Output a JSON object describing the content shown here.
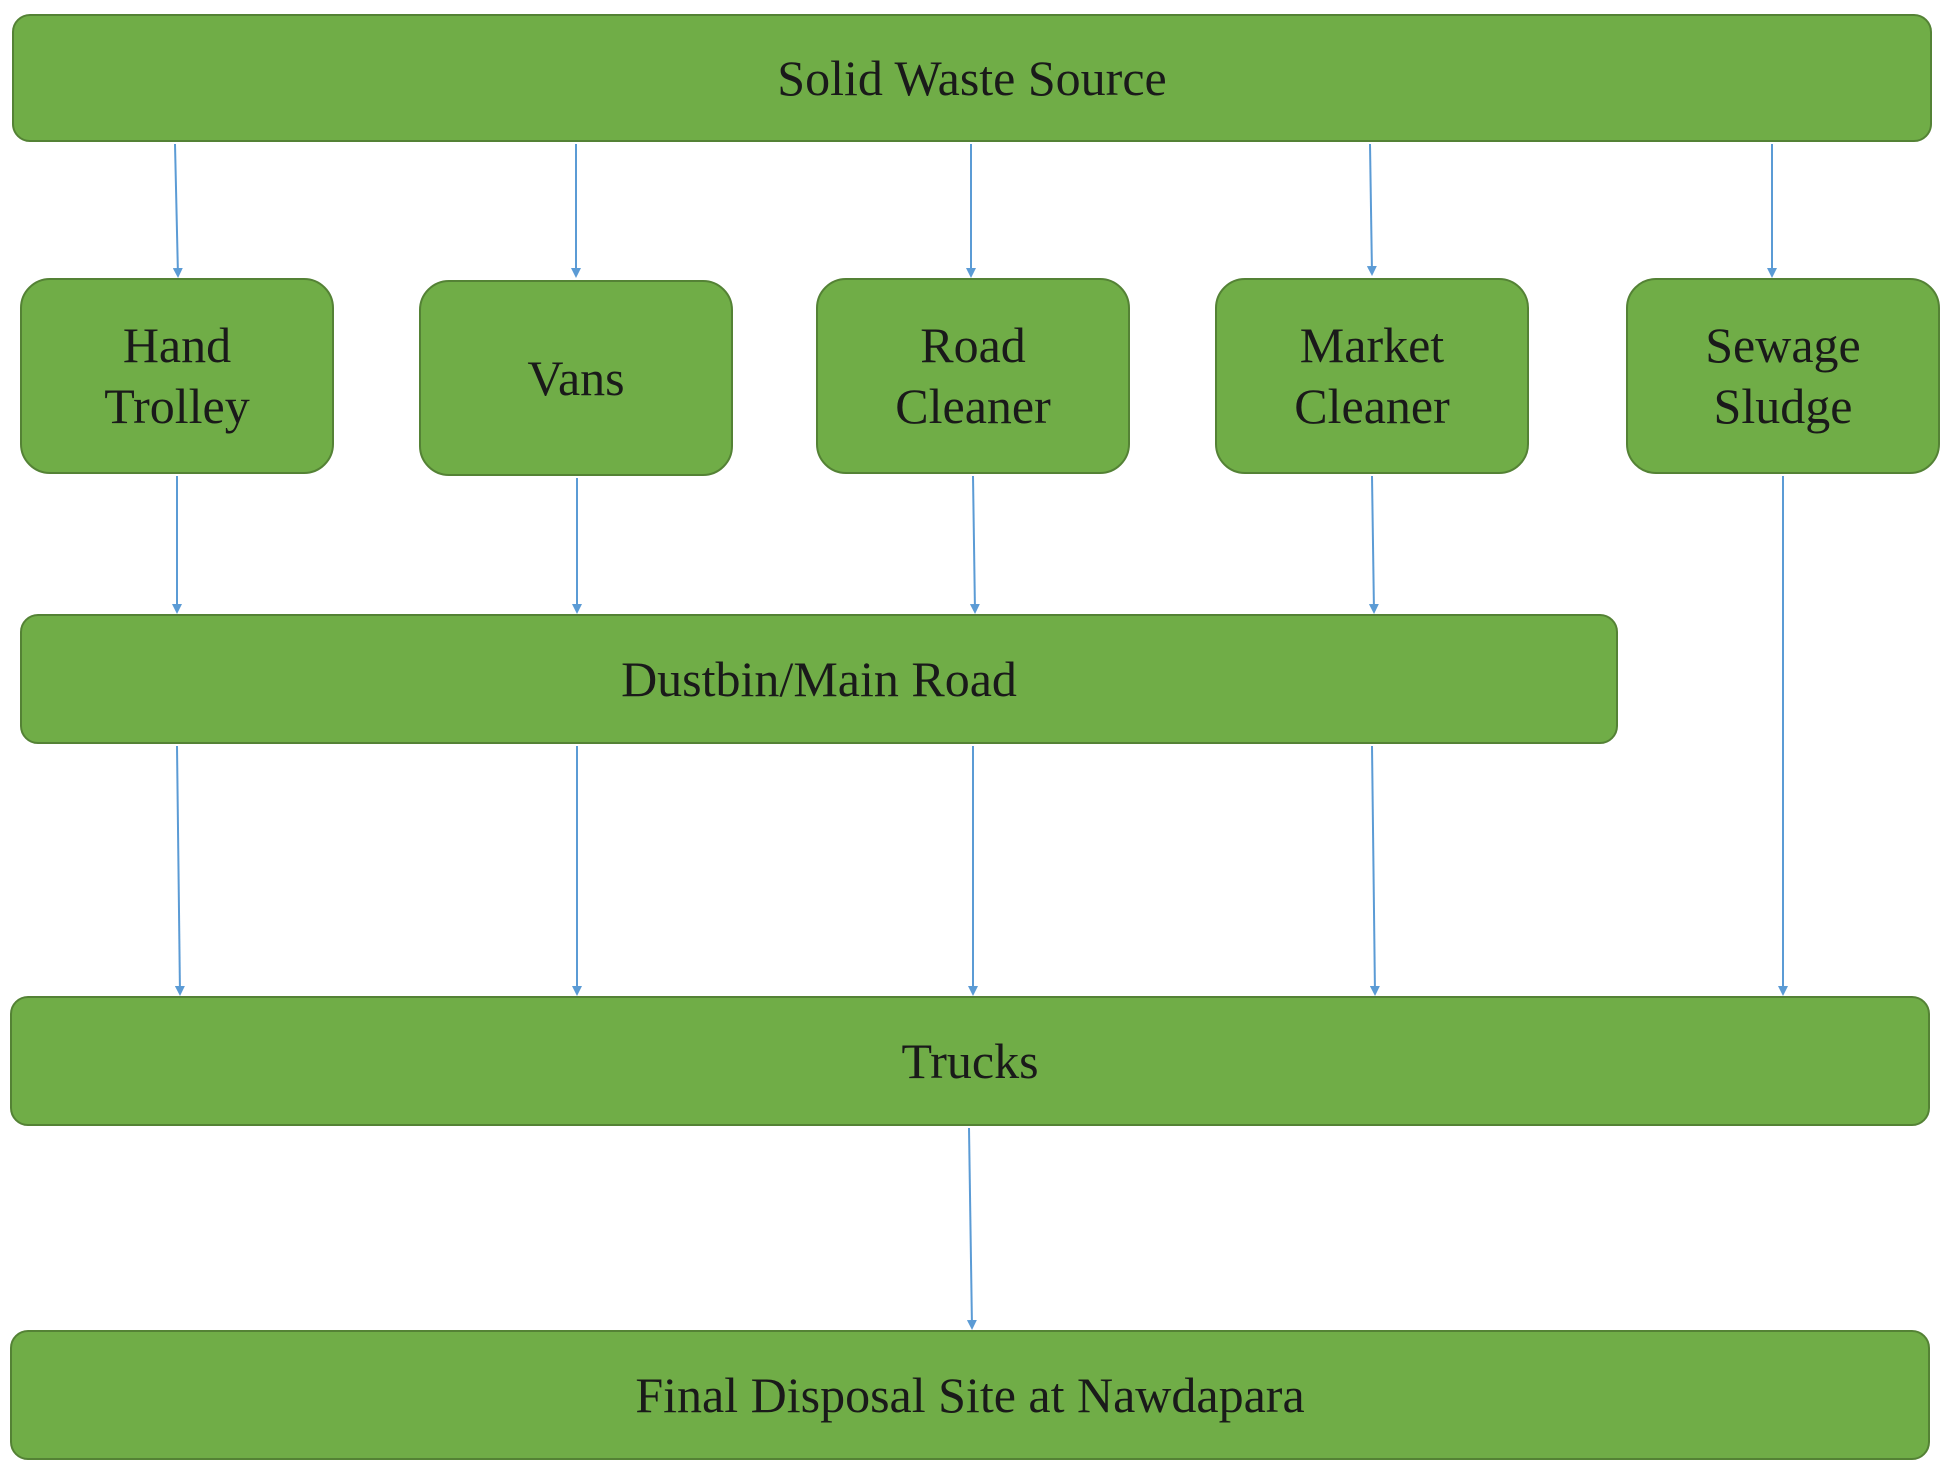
{
  "nodes": {
    "source": {
      "lines": [
        "Solid Waste Source"
      ]
    },
    "hand": {
      "lines": [
        "Hand",
        "Trolley"
      ]
    },
    "vans": {
      "lines": [
        "Vans"
      ]
    },
    "road": {
      "lines": [
        "Road",
        "Cleaner"
      ]
    },
    "market": {
      "lines": [
        "Market",
        "Cleaner"
      ]
    },
    "sewage": {
      "lines": [
        "Sewage",
        "Sludge"
      ]
    },
    "dustbin": {
      "lines": [
        "Dustbin/Main Road"
      ]
    },
    "trucks": {
      "lines": [
        "Trucks"
      ]
    },
    "final": {
      "lines": [
        "Final Disposal Site at Nawdapara"
      ]
    }
  },
  "edges": [
    [
      "source",
      "hand"
    ],
    [
      "source",
      "vans"
    ],
    [
      "source",
      "road"
    ],
    [
      "source",
      "market"
    ],
    [
      "source",
      "sewage"
    ],
    [
      "hand",
      "dustbin"
    ],
    [
      "vans",
      "dustbin"
    ],
    [
      "road",
      "dustbin"
    ],
    [
      "market",
      "dustbin"
    ],
    [
      "dustbin",
      "trucks"
    ],
    [
      "dustbin",
      "trucks"
    ],
    [
      "dustbin",
      "trucks"
    ],
    [
      "dustbin",
      "trucks"
    ],
    [
      "sewage",
      "trucks"
    ],
    [
      "trucks",
      "final"
    ]
  ],
  "colors": {
    "box_fill": "#70ad47",
    "box_border": "#548235",
    "arrow": "#5b9bd5"
  }
}
